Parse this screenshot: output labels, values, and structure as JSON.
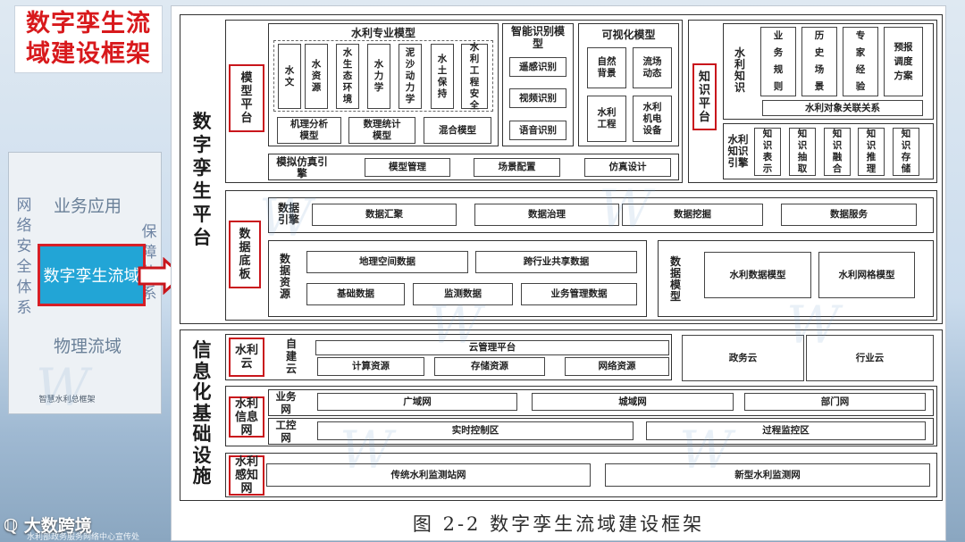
{
  "slide_title": "数字孪生流域建设框架",
  "mini_diagram": {
    "left_column": "网络安全体系",
    "right_column": "保障体系",
    "top": "业务应用",
    "middle": "数字孪生流域",
    "bottom": "物理流域",
    "caption": "智慧水利总框架"
  },
  "figure_caption": "图 2-2  数字孪生流域建设框架",
  "platform": {
    "title": "数字孪生平台",
    "model_platform": {
      "label": "模型平台",
      "hydro_models": {
        "title": "水利专业模型",
        "items": [
          "水文",
          "水资源",
          "水生态环境",
          "水力学",
          "泥沙动力学",
          "水土保持",
          "水利工程安全"
        ],
        "bottom": [
          "机理分析模型",
          "数理统计模型",
          "混合模型"
        ]
      },
      "smart_models": {
        "title": "智能识别模型",
        "items": [
          "遥感识别",
          "视频识别",
          "语音识别"
        ]
      },
      "visual_models": {
        "title": "可视化模型",
        "items": [
          "自然背景",
          "流场动态",
          "水利工程",
          "水利机电设备"
        ]
      },
      "sim_engine": {
        "label": "模拟仿真引擎",
        "items": [
          "模型管理",
          "场景配置",
          "仿真设计"
        ]
      }
    },
    "knowledge_platform": {
      "label": "知识平台",
      "knowledge": {
        "label": "水利知识",
        "items": [
          "业务规则",
          "历史场景",
          "专家经验",
          "预报调度方案"
        ],
        "relation": "水利对象关联关系"
      },
      "engine": {
        "label": "水利知识引擎",
        "items": [
          "知识表示",
          "知识抽取",
          "知识融合",
          "知识推理",
          "知识存储"
        ]
      }
    },
    "data_board": {
      "label": "数据底板",
      "engine": {
        "label": "数据引擎",
        "items": [
          "数据汇聚",
          "数据治理",
          "数据挖掘",
          "数据服务"
        ]
      },
      "resources": {
        "label": "数据资源",
        "row1": [
          "地理空间数据",
          "跨行业共享数据"
        ],
        "row2": [
          "基础数据",
          "监测数据",
          "业务管理数据"
        ]
      },
      "models": {
        "label": "数据模型",
        "items": [
          "水利数据模型",
          "水利网格模型"
        ]
      }
    }
  },
  "infrastructure": {
    "title": "信息化基础设施",
    "cloud": {
      "label": "水利云",
      "self_built": "自建云",
      "platform": "云管理平台",
      "resources": [
        "计算资源",
        "存储资源",
        "网络资源"
      ],
      "gov": "政务云",
      "industry": "行业云"
    },
    "network": {
      "label": "水利信息网",
      "business": {
        "label": "业务网",
        "items": [
          "广域网",
          "城域网",
          "部门网"
        ]
      },
      "control": {
        "label": "工控网",
        "items": [
          "实时控制区",
          "过程监控区"
        ]
      }
    },
    "sensing": {
      "label": "水利感知网",
      "items": [
        "传统水利监测站网",
        "新型水利监测网"
      ]
    }
  },
  "branding": {
    "logo_text": "大数跨境",
    "footer_text": "水利部政务服务网络中心宣传处"
  },
  "colors": {
    "accent_red": "#c9161c",
    "highlight_blue": "#22a5d6"
  }
}
